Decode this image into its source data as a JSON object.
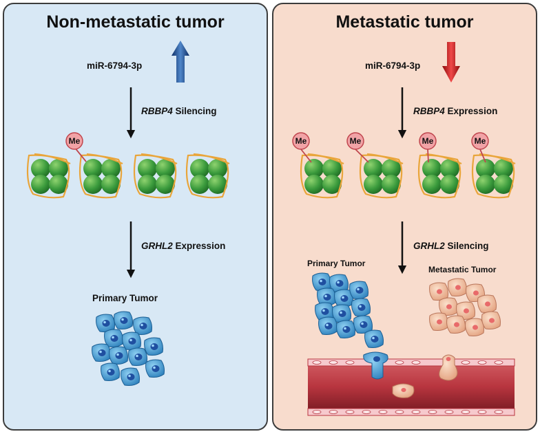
{
  "colors": {
    "left_bg": "#d8e8f5",
    "right_bg": "#f8dccd",
    "histone": "#3a9a3c",
    "dna": "#e9a53a",
    "methyl": "#f1a3a6",
    "up_arrow": "#1f4f96",
    "down_arrow": "#c42020",
    "blood_vessel": "#b83a44",
    "tumor_cell": "#3b95cf",
    "metastatic_cell": "#f0b48d"
  },
  "icons": [
    "upregulation-arrow-icon",
    "downregulation-arrow-icon",
    "methyl-group-icon",
    "nucleosome-icon",
    "tumor-cell-icon",
    "blood-vessel-icon"
  ],
  "left": {
    "title": "Non-metastatic tumor",
    "mirna": "miR-6794-3p",
    "step1_gene": "RBBP4",
    "step1_action": "Silencing",
    "methyl": "Me",
    "step2_gene": "GRHL2",
    "step2_action": "Expression",
    "outcome": "Primary Tumor"
  },
  "right": {
    "title": "Metastatic tumor",
    "mirna": "miR-6794-3p",
    "step1_gene": "RBBP4",
    "step1_action": "Expression",
    "methyl": "Me",
    "step2_gene": "GRHL2",
    "step2_action": "Silencing",
    "primary": "Primary Tumor",
    "metastatic": "Metastatic Tumor"
  }
}
